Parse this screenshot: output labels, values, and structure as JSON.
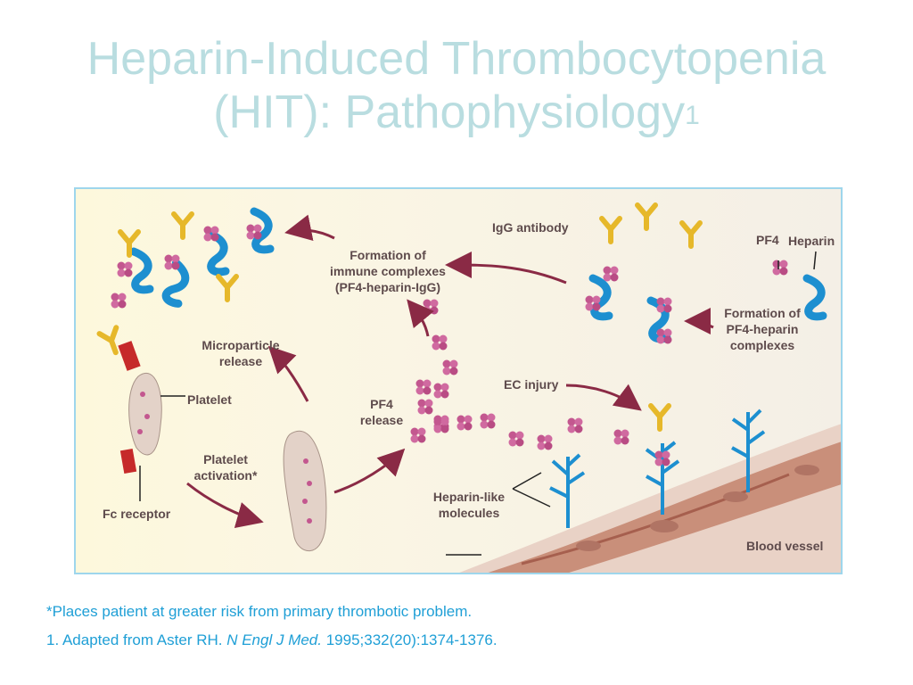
{
  "slide": {
    "title_line1": "Heparin-Induced Thrombocytopenia",
    "title_line2": "(HIT): Pathophysiology",
    "title_sup": "1"
  },
  "diagram": {
    "labels": {
      "igg_antibody": "IgG antibody",
      "pf4": "PF4",
      "heparin": "Heparin",
      "formation_immune_1": "Formation of",
      "formation_immune_2": "immune complexes",
      "formation_immune_3": "(PF4-heparin-IgG)",
      "formation_pf4_1": "Formation of",
      "formation_pf4_2": "PF4-heparin",
      "formation_pf4_3": "complexes",
      "microparticle_1": "Microparticle",
      "microparticle_2": "release",
      "platelet": "Platelet",
      "pf4_release_1": "PF4",
      "pf4_release_2": "release",
      "ec_injury": "EC injury",
      "platelet_activation_1": "Platelet",
      "platelet_activation_2": "activation*",
      "fc_receptor": "Fc receptor",
      "heparin_like_1": "Heparin-like",
      "heparin_like_2": "molecules",
      "blood_vessel": "Blood vessel"
    },
    "colors": {
      "background": "#fbf7e6",
      "heparin": "#1d8fd0",
      "antibody": "#e6b82a",
      "pf4": "#c3578f",
      "arrow": "#8a2a45",
      "vessel": "#c98f7a"
    }
  },
  "footnotes": {
    "note1": "*Places patient at greater risk from primary thrombotic problem.",
    "ref_prefix": "1. Adapted from Aster RH.",
    "ref_journal": "N Engl J Med.",
    "ref_suffix": "1995;332(20):1374-1376."
  }
}
